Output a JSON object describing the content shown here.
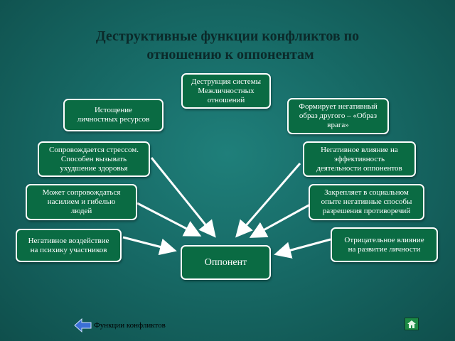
{
  "title": {
    "line1": "Деструктивные функции конфликтов по",
    "line2": "отношению к оппонентам"
  },
  "center": {
    "label": "Оппонент"
  },
  "boxes": {
    "b_top": [
      "Деструкция системы",
      "Межличностных",
      "отношений"
    ],
    "b_l1": [
      "Истощение",
      "личностных ресурсов"
    ],
    "b_l2": [
      "Сопровождается стрессом.",
      "Способен вызывать",
      "ухудшение здоровья"
    ],
    "b_l3": [
      "Может сопровождаться",
      "насилием и гибелью",
      "людей"
    ],
    "b_l4": [
      "Негативное воздействие",
      "на психику участников"
    ],
    "b_r1": [
      "Формирует негативный",
      "образ другого – «Образ",
      "врага»"
    ],
    "b_r2": [
      "Негативное влияние на",
      "эффективность",
      "деятельности оппонентов"
    ],
    "b_r3": [
      "Закрепляет в социальном",
      "опыте негативные способы",
      "разрешения противоречий"
    ],
    "b_r4": [
      "Отрицательное влияние",
      "на развитие личности"
    ]
  },
  "nav": {
    "back_label": "Функции конфликтов",
    "back_icon": "arrow-left-icon",
    "home_icon": "home-icon"
  },
  "colors": {
    "box_fill": "#0a6b43",
    "box_border": "#ffffff",
    "background": "#176a66",
    "title": "#0b2a2a"
  }
}
